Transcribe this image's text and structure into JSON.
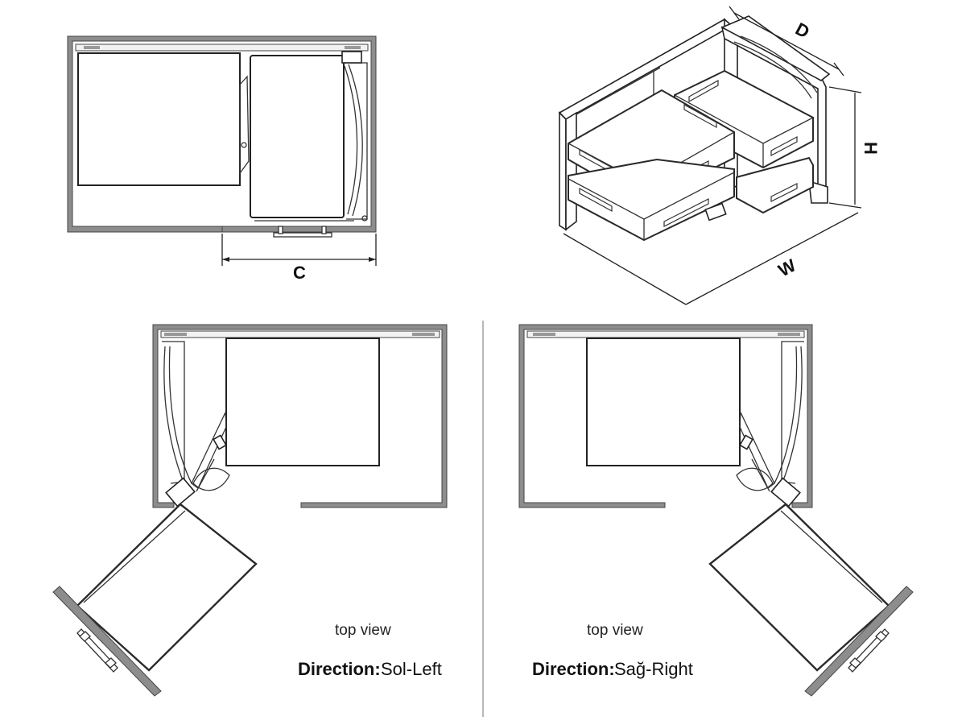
{
  "dimensions": {
    "c_label": "C",
    "d_label": "D",
    "h_label": "H",
    "w_label": "W"
  },
  "left_view": {
    "caption": "top view",
    "direction_label": "Direction:",
    "direction_value": "Sol-Left"
  },
  "right_view": {
    "caption": "top view",
    "direction_label": "Direction:",
    "direction_value": "Sağ-Right"
  }
}
